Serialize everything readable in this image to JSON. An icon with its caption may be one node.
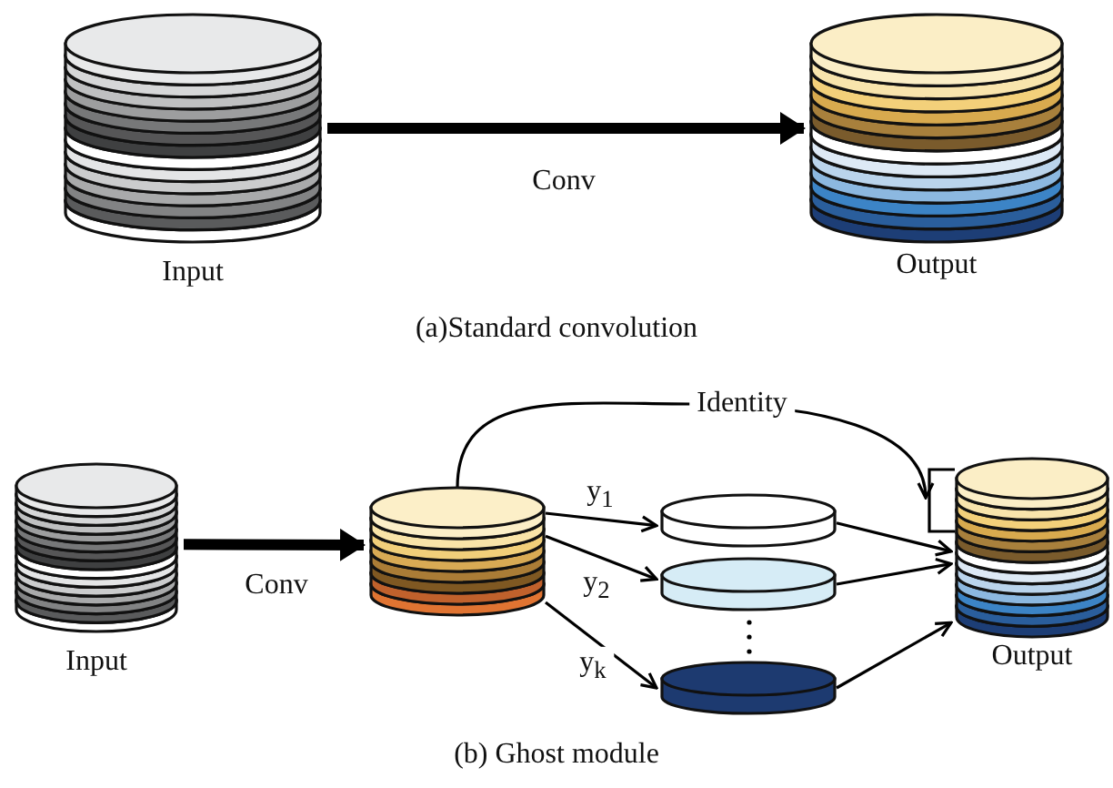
{
  "diagram": {
    "nodes": [
      {
        "text": [
          "Input"
        ]
      },
      {
        "text": [
          "Output"
        ]
      },
      {
        "text": [
          "Input"
        ]
      },
      {
        "text": [],
        "shape": "cylinder"
      },
      {
        "text": [],
        "shape": "cylinder"
      },
      {
        "text": [],
        "shape": "cylinder"
      },
      {
        "text": [],
        "shape": "cylinder"
      },
      {
        "text": [
          "Output"
        ]
      }
    ],
    "edges": [
      {
        "from": 0,
        "to": 1,
        "arrow": "to",
        "label": "Conv",
        "style": "thick"
      },
      {
        "from": 2,
        "to": 3,
        "arrow": "to",
        "label": "Conv",
        "style": "thick"
      },
      {
        "from": 3,
        "to": 7,
        "arrow": "to",
        "label": "Identity"
      },
      {
        "from": 3,
        "to": 4,
        "arrow": "to",
        "label": "y$_{1}$"
      },
      {
        "from": 3,
        "to": 5,
        "arrow": "to",
        "label": "y$_{2}$"
      },
      {
        "from": 3,
        "to": 6,
        "arrow": "to",
        "label": "y$_{k}$"
      },
      {
        "from": 4,
        "to": 7,
        "arrow": "to"
      },
      {
        "from": 5,
        "to": 7,
        "arrow": "to"
      },
      {
        "from": 6,
        "to": 7,
        "arrow": "to"
      }
    ],
    "labels": [
      "(a)Standard convolution",
      "(b) Ghost module"
    ]
  }
}
